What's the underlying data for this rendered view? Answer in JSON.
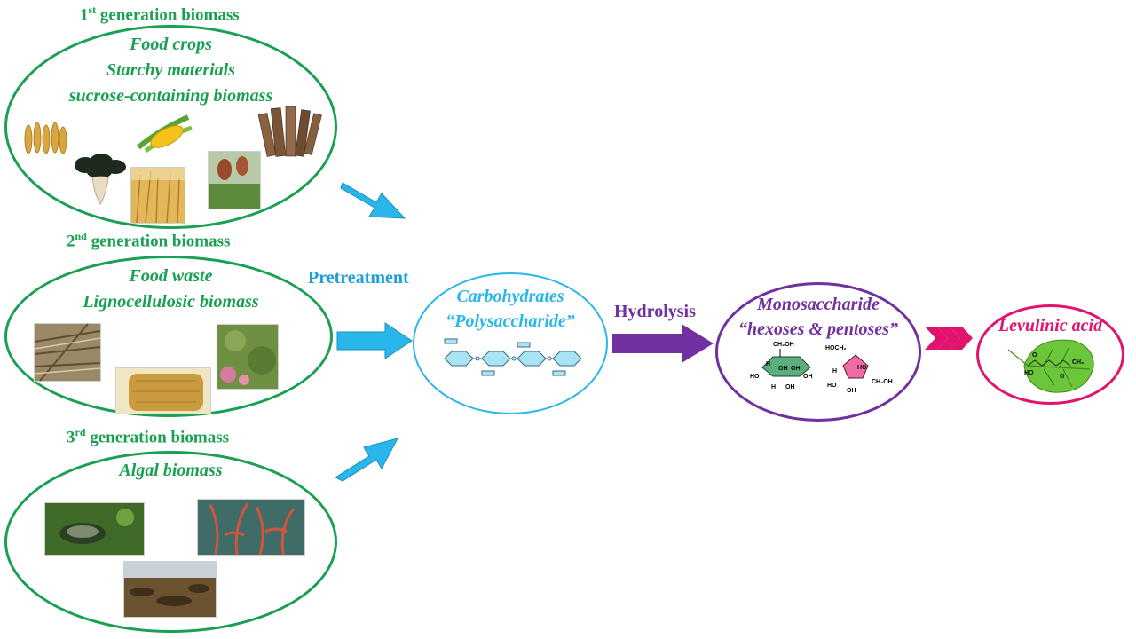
{
  "generations": [
    {
      "ordinal": "1",
      "suffix": "st",
      "title": " generation biomass",
      "items": [
        "Food crops",
        "Starchy materials",
        "sucrose-containing biomass"
      ]
    },
    {
      "ordinal": "2",
      "suffix": "nd",
      "title": " generation biomass",
      "items": [
        "Food waste",
        "Lignocellulosic biomass"
      ]
    },
    {
      "ordinal": "3",
      "suffix": "rd",
      "title": " generation biomass",
      "items": [
        "Algal biomass"
      ]
    }
  ],
  "steps": {
    "pretreatment": "Pretreatment",
    "hydrolysis": "Hydrolysis"
  },
  "stages": {
    "carbohydrates": {
      "line1": "Carbohydrates",
      "line2": "“Polysaccharide”"
    },
    "monosaccharide": {
      "line1": "Monosaccharide",
      "line2": "“hexoses & pentoses”"
    },
    "product": {
      "title": "Levulinic acid"
    }
  },
  "molecule_labels": {
    "hexose": {
      "ch2oh": "CH₂OH",
      "h": "H",
      "oh": "OH",
      "ho": "HO"
    },
    "pentose": {
      "hoch2": "HOCH₂",
      "ch2oh": "CH₂OH",
      "h": "H",
      "oh": "OH",
      "ho": "HO"
    },
    "levulinic": {
      "ho": "HO",
      "o": "O",
      "ch3": "CH₃"
    }
  },
  "colors": {
    "green": "#1aa052",
    "blue_arrow": "#29b6ea",
    "cyan_text": "#1e9fd8",
    "purple": "#7030a0",
    "magenta": "#e2136e"
  }
}
